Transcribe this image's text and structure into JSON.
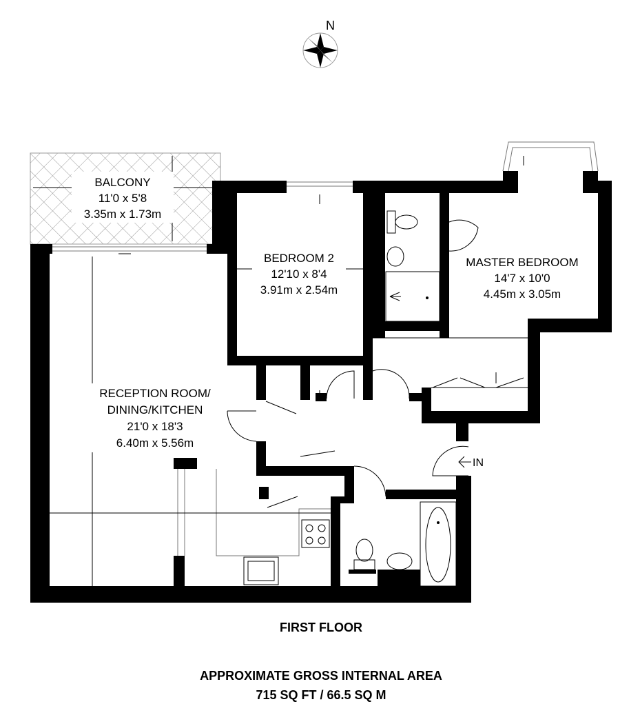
{
  "compass": {
    "north_label": "N"
  },
  "rooms": {
    "balcony": {
      "name": "BALCONY",
      "imperial": "11'0 x 5'8",
      "metric": "3.35m x 1.73m"
    },
    "bedroom2": {
      "name": "BEDROOM 2",
      "imperial": "12'10 x 8'4",
      "metric": "3.91m x 2.54m"
    },
    "master": {
      "name": "MASTER BEDROOM",
      "imperial": "14'7 x 10'0",
      "metric": "4.45m x 3.05m"
    },
    "reception": {
      "name_line1": "RECEPTION ROOM/",
      "name_line2": "DINING/KITCHEN",
      "imperial": "21'0 x 18'3",
      "metric": "6.40m x 5.56m"
    }
  },
  "entrance": {
    "label": "IN"
  },
  "floor": {
    "name": "FIRST FLOOR"
  },
  "area": {
    "title": "APPROXIMATE GROSS INTERNAL AREA",
    "value": "715 SQ FT / 66.5 SQ M"
  }
}
